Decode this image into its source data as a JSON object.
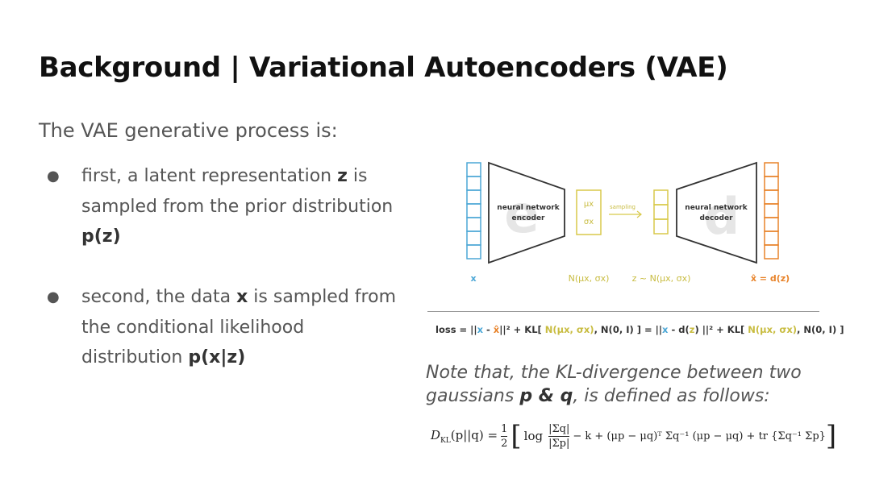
{
  "slide": {
    "title": "Background | Variational Autoencoders (VAE)",
    "intro": "The VAE generative process is:",
    "bullets": [
      {
        "text_before": "first, a latent representation ",
        "bold_1": "z",
        "text_mid": " is sampled from the prior distribution ",
        "bold_2": "p(z)"
      },
      {
        "text_before": "second, the data ",
        "bold_1": "x",
        "text_mid": " is sampled from the conditional likelihood distribution ",
        "bold_2": "p(x|z)"
      }
    ]
  },
  "diagram": {
    "encoder_label_line1": "neural network",
    "encoder_label_line2": "encoder",
    "encoder_watermark": "e",
    "decoder_label_line1": "neural network",
    "decoder_label_line2": "decoder",
    "decoder_watermark": "d",
    "mu_label": "μx",
    "sigma_label": "σx",
    "sampling_label": "sampling",
    "input_label": "x",
    "dist_label": "N(μx, σx)",
    "z_label": "z ~ N(μx, σx)",
    "output_label": "x̂ = d(z)",
    "colors": {
      "input": "#4ca7d6",
      "latent": "#d8c94a",
      "output": "#e8832a",
      "network": "#333333",
      "watermark": "#e6e6e6"
    }
  },
  "loss": {
    "prefix": "loss  =  ||",
    "x1": "x",
    "minus1": " - ",
    "xhat": "x̂",
    "mid1": "||² + KL[ ",
    "dist1": "N(μx, σx)",
    "mid2": ", N(0, I) ]  =  ||",
    "x2": "x",
    "mid3": " - d(",
    "z": "z",
    "mid4": ") ||² + KL[ ",
    "dist2": "N(μx, σx)",
    "suffix": ", N(0, I) ]"
  },
  "note": {
    "text_before": "Note that, the KL-divergence between two gaussians ",
    "bold": "p & q",
    "text_after": ", is defined as follows:"
  },
  "formula": {
    "lhs": "D",
    "lhs_sub": "KL",
    "lhs_args": "(p||q) = ",
    "half_num": "1",
    "half_den": "2",
    "open": "[",
    "log": "log",
    "det_num": "|Σq|",
    "det_den": "|Σp|",
    "rest": " − k + (μp − μq)ᵀ Σq⁻¹ (μp − μq) + tr {Σq⁻¹ Σp}",
    "close": "]"
  }
}
